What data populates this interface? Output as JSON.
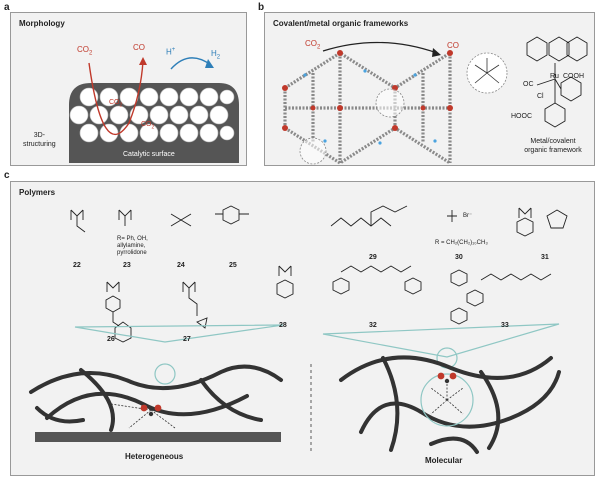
{
  "panel_a": {
    "letter": "a",
    "title": "Morphology",
    "co2_left": "CO",
    "co2_left_sub": "2",
    "co_top": "CO",
    "hplus": "H",
    "hplus_sup": "+",
    "h2": "H",
    "h2_sub": "2",
    "co2_mid": "CO",
    "co2_mid_sub": "2",
    "co2_low": "CO",
    "co2_low_sub": "2",
    "structuring": "3D-\nstructuring",
    "structuring_l1": "3D-",
    "structuring_l2": "structuring",
    "surface": "Catalytic surface"
  },
  "panel_b": {
    "letter": "b",
    "title": "Covalent/metal organic frameworks",
    "co2": "CO",
    "co2_sub": "2",
    "co": "CO",
    "ru": "Ru",
    "oc": "OC",
    "cl": "Cl",
    "cooh1": "COOH",
    "hooc": "HOOC",
    "caption_l1": "Metal/covalent",
    "caption_l2": "organic framework"
  },
  "panel_c": {
    "letter": "c",
    "title": "Polymers",
    "r_groups": [
      "R= Ph, OH,",
      "allylamine,",
      "pyrrolidone"
    ],
    "r30": "R = CH₂(CH₂)₁₀CH₃",
    "br": "Br⁻",
    "numbers": [
      "22",
      "23",
      "24",
      "25",
      "26",
      "27",
      "28",
      "29",
      "30",
      "31",
      "32",
      "33"
    ],
    "heterogeneous": "Heterogeneous",
    "molecular": "Molecular"
  },
  "colors": {
    "co2_red": "#c0392b",
    "arrow_blue": "#2e7fb8",
    "teal": "#8fc7c4",
    "surface_gray": "#555555"
  }
}
